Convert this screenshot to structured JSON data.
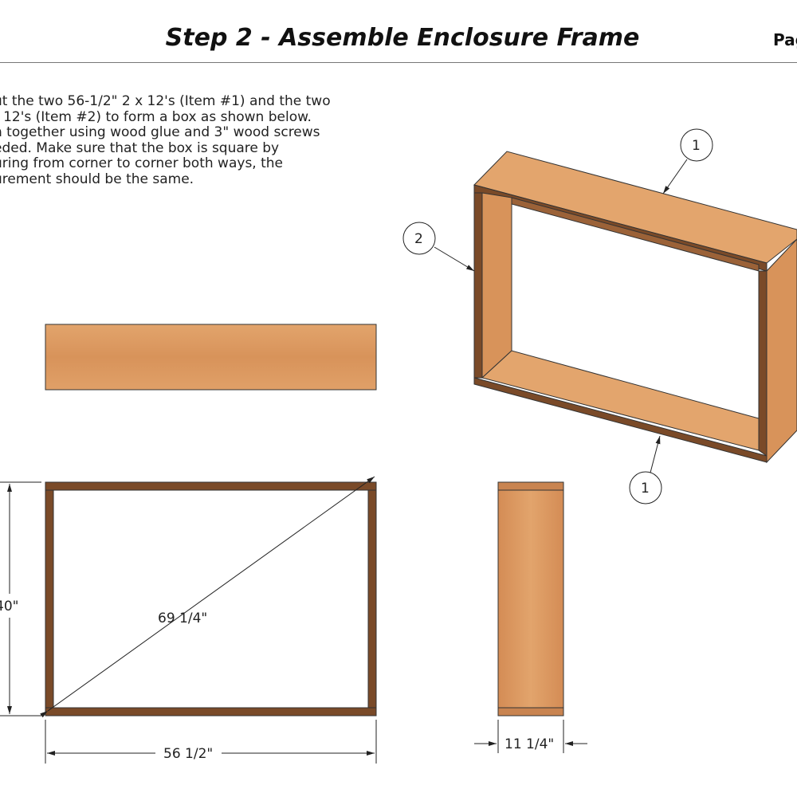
{
  "header": {
    "title": "Step 2 - Assemble Enclosure Frame",
    "page_label": "Pag"
  },
  "instructions": [
    "ut the two 56-1/2\" 2 x 12's (Item #1) and the two",
    "t 12's (Item #2) to form a box as shown below.",
    "n together using wood glue and 3\" wood screws",
    "eded.  Make sure that the box is square by",
    "uring from corner to corner both ways, the",
    "urement should be the same."
  ],
  "dimensions": {
    "diagonal": "69 1/4\"",
    "height": "40\"",
    "width": "56 1/2\"",
    "depth": "11 1/4\""
  },
  "callouts": [
    "1",
    "2",
    "1"
  ],
  "colors": {
    "wood": "#dd9a62",
    "wood_edge": "#7a4a28",
    "line": "#222222"
  }
}
